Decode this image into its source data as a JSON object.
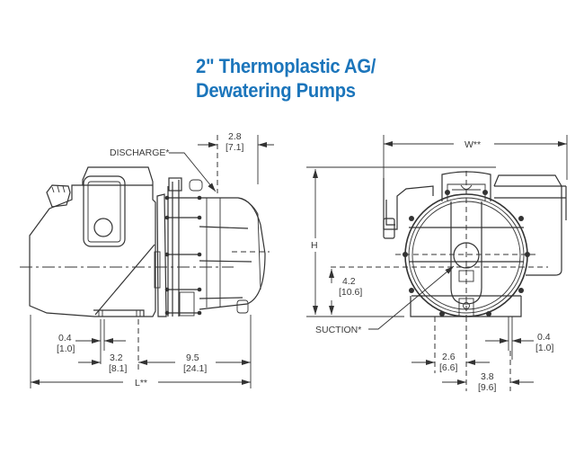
{
  "title": {
    "line1": "2\" Thermoplastic AG/",
    "line2": "Dewatering Pumps",
    "color": "#1b75bb"
  },
  "side_view": {
    "callout_discharge": "DISCHARGE*",
    "dims": {
      "discharge_offset": {
        "in": "2.8",
        "mm": "[7.1]"
      },
      "foot_width": {
        "in": "0.4",
        "mm": "[1.0]"
      },
      "foot_spacing": {
        "in": "3.2",
        "mm": "[8.1]"
      },
      "foot_to_front": {
        "in": "9.5",
        "mm": "[24.1]"
      },
      "length": "L**"
    }
  },
  "front_view": {
    "callout_suction": "SUCTION*",
    "dims": {
      "width": "W**",
      "height": "H",
      "suction_height": {
        "in": "4.2",
        "mm": "[10.6]"
      },
      "foot_offset_center": {
        "in": "2.6",
        "mm": "[6.6]"
      },
      "foot_to_foot_center": {
        "in": "3.8",
        "mm": "[9.6]"
      },
      "foot_width": {
        "in": "0.4",
        "mm": "[1.0]"
      }
    }
  }
}
